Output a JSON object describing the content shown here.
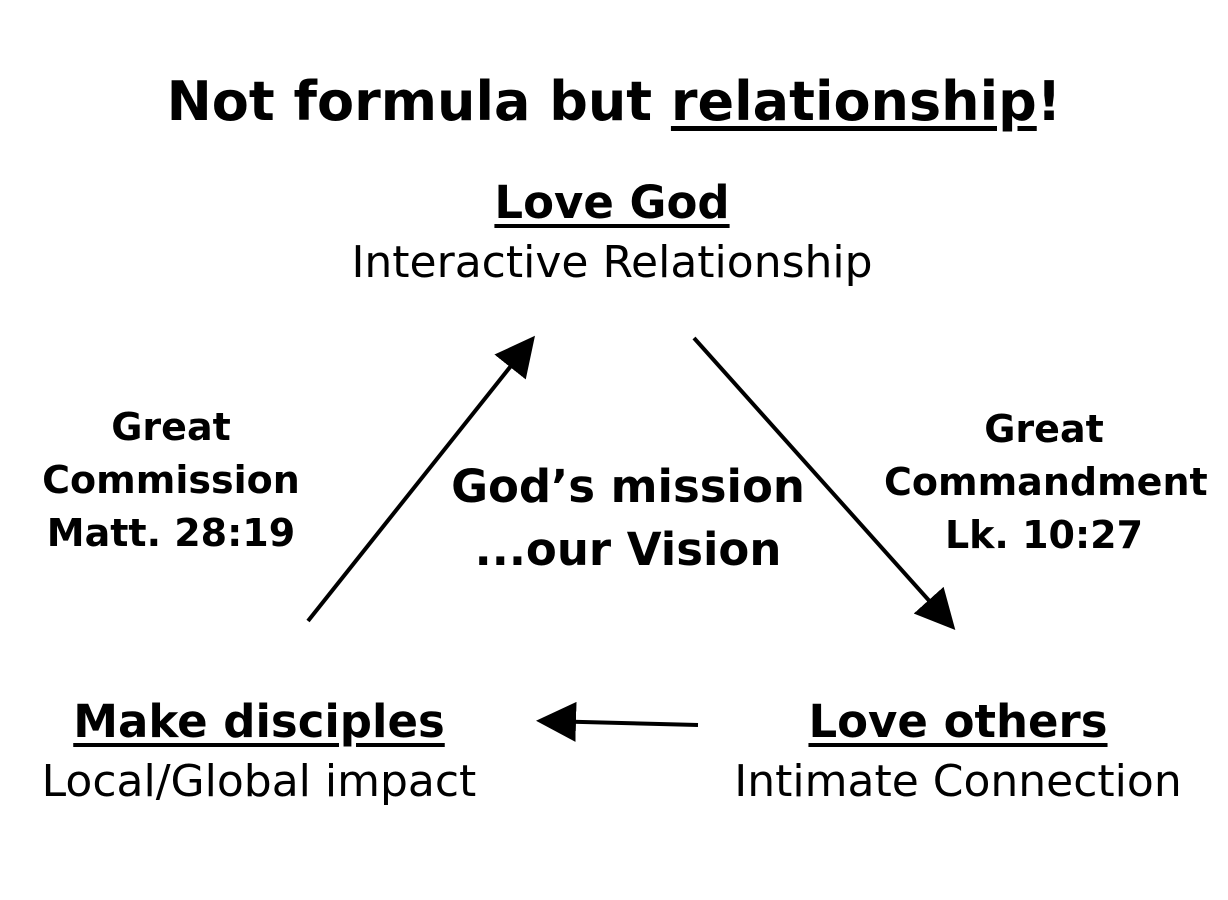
{
  "title": {
    "prefix": "Not formula but ",
    "emphasis": "relationship",
    "suffix": "!"
  },
  "nodes": {
    "love_god": {
      "heading": "Love God",
      "subtitle": "Interactive Relationship"
    },
    "love_others": {
      "heading": "Love others",
      "subtitle": "Intimate Connection"
    },
    "make_disciples": {
      "heading": "Make disciples",
      "subtitle": "Local/Global impact"
    }
  },
  "edges": {
    "great_commandment": {
      "line1": "Great",
      "line2": "Commandment",
      "line3": "Lk. 10:27"
    },
    "great_commission": {
      "line1": "Great",
      "line2": "Commission",
      "line3": "Matt. 28:19"
    }
  },
  "center": {
    "line1": "God’s mission",
    "line2": "...our Vision"
  },
  "colors": {
    "text": "#000000",
    "arrow": "#000000",
    "background": "#ffffff"
  }
}
